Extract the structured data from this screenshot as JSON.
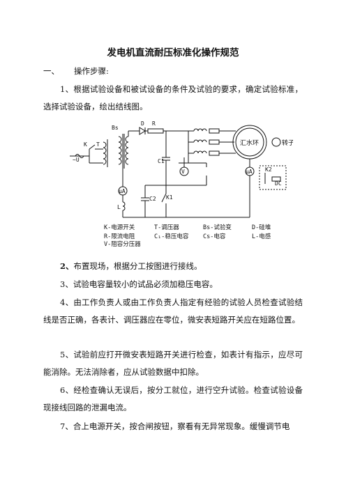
{
  "document": {
    "title": "发电机直流耐压标准化操作规范",
    "section": {
      "number": "一、",
      "label": "操作步骤:"
    },
    "steps": [
      {
        "number": "1",
        "text": "、根据试验设备和被试设备的条件及试验的要求，确定试验标准，选择试验设备，绘出结线图。"
      },
      {
        "number": "2、",
        "text": "布置现场，根据分工按图进行接线。"
      },
      {
        "number": "3、",
        "text": "试验电容量较小的试品必须加稳压电容。"
      },
      {
        "number": "4、",
        "text": "由工作负责人或由工作负责人指定有经验的试验人员检查试验结线是否正确，各表计、调压器应在零位，微安表短路开关应在短路位置。"
      },
      {
        "number": "5、",
        "text": "试验前应打开微安表短路开关进行检查，如表计有指示，应尽可能消除。无法消除者，应从试验数据中扣除。"
      },
      {
        "number": "6、",
        "text": "经检查确认无误后，按分工就位，进行空升试验。检查试验设备现接线回路的泄漏电流。"
      },
      {
        "number": "7、",
        "text": "合上电源开关，按合闸按钮，察看有无异常现象。缓慢调节电"
      }
    ]
  },
  "schematic": {
    "labels": {
      "source": "~U",
      "switch": "K",
      "regulator": "T",
      "transformer": "Bs",
      "diode": "D",
      "resistor": "R",
      "cap1": "C1",
      "cap2": "C2",
      "switch1": "K1",
      "switch2": "K2",
      "microammeter": "μA",
      "inductor": "L",
      "voltmeter": "V",
      "slip_ring": "汇水环",
      "rotor": "转子",
      "dc": "DC"
    },
    "legend": [
      [
        "K-电源开关",
        "T-调压器",
        "Bs-试验变",
        "D-硅堆"
      ],
      [
        "R-限流电阻",
        "C₁-稳压电容",
        "Cs-电容",
        "L-电感"
      ],
      [
        "V-阻容分压器",
        "",
        "",
        ""
      ]
    ]
  }
}
